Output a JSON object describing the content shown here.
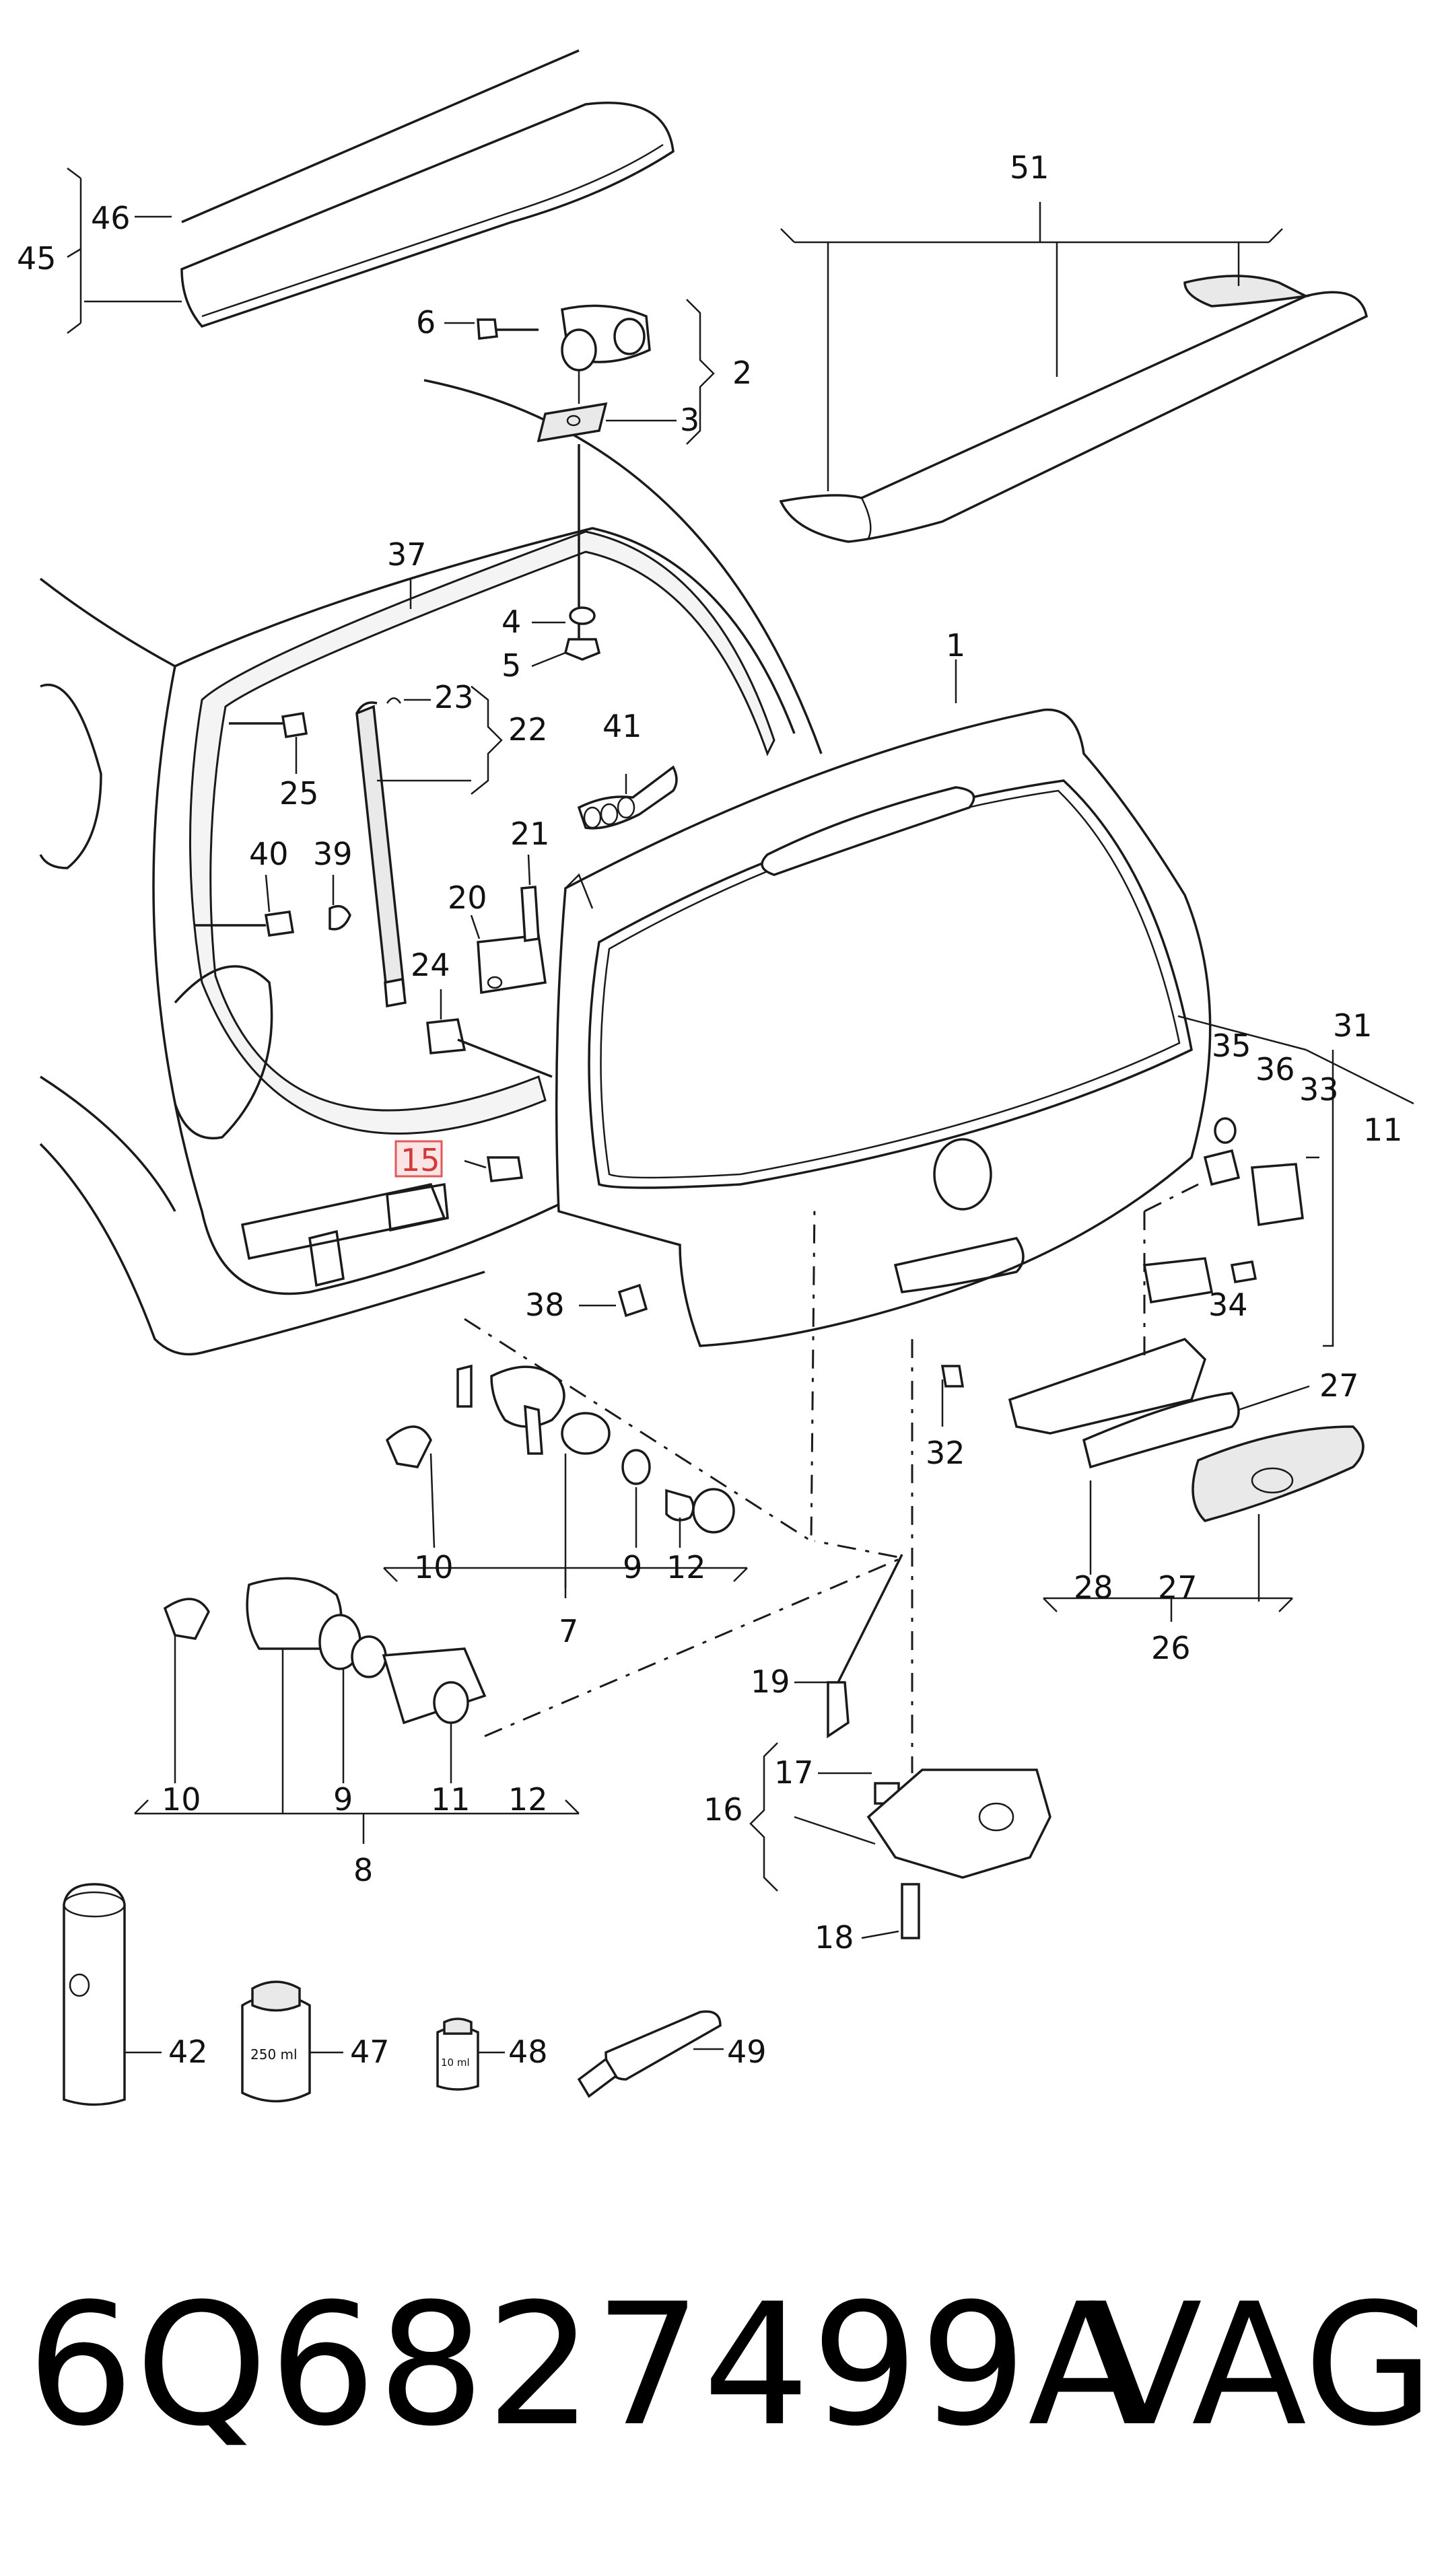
{
  "callouts": {
    "c1": "1",
    "c2": "2",
    "c3": "3",
    "c4": "4",
    "c5": "5",
    "c6": "6",
    "c7": "7",
    "c8": "8",
    "c9a": "9",
    "c9b": "9",
    "c10a": "10",
    "c10b": "10",
    "c11a": "11",
    "c11b": "11",
    "c12a": "12",
    "c12b": "12",
    "c15": "15",
    "c16": "16",
    "c17": "17",
    "c18": "18",
    "c19": "19",
    "c20": "20",
    "c21": "21",
    "c22": "22",
    "c23": "23",
    "c24": "24",
    "c25": "25",
    "c26": "26",
    "c27a": "27",
    "c27b": "27",
    "c28": "28",
    "c31": "31",
    "c32": "32",
    "c33": "33",
    "c34": "34",
    "c35": "35",
    "c36": "36",
    "c37": "37",
    "c38": "38",
    "c39": "39",
    "c40": "40",
    "c41": "41",
    "c42": "42",
    "c45": "45",
    "c46": "46",
    "c47": "47",
    "c48": "48",
    "c49": "49",
    "c51": "51"
  },
  "containers": {
    "bottle_47": "250 ml",
    "bottle_48": "10 ml"
  },
  "highlight": {
    "color": "#e05a5a"
  },
  "footer": {
    "part_number": "6Q6827499A",
    "brand": "VAG"
  }
}
